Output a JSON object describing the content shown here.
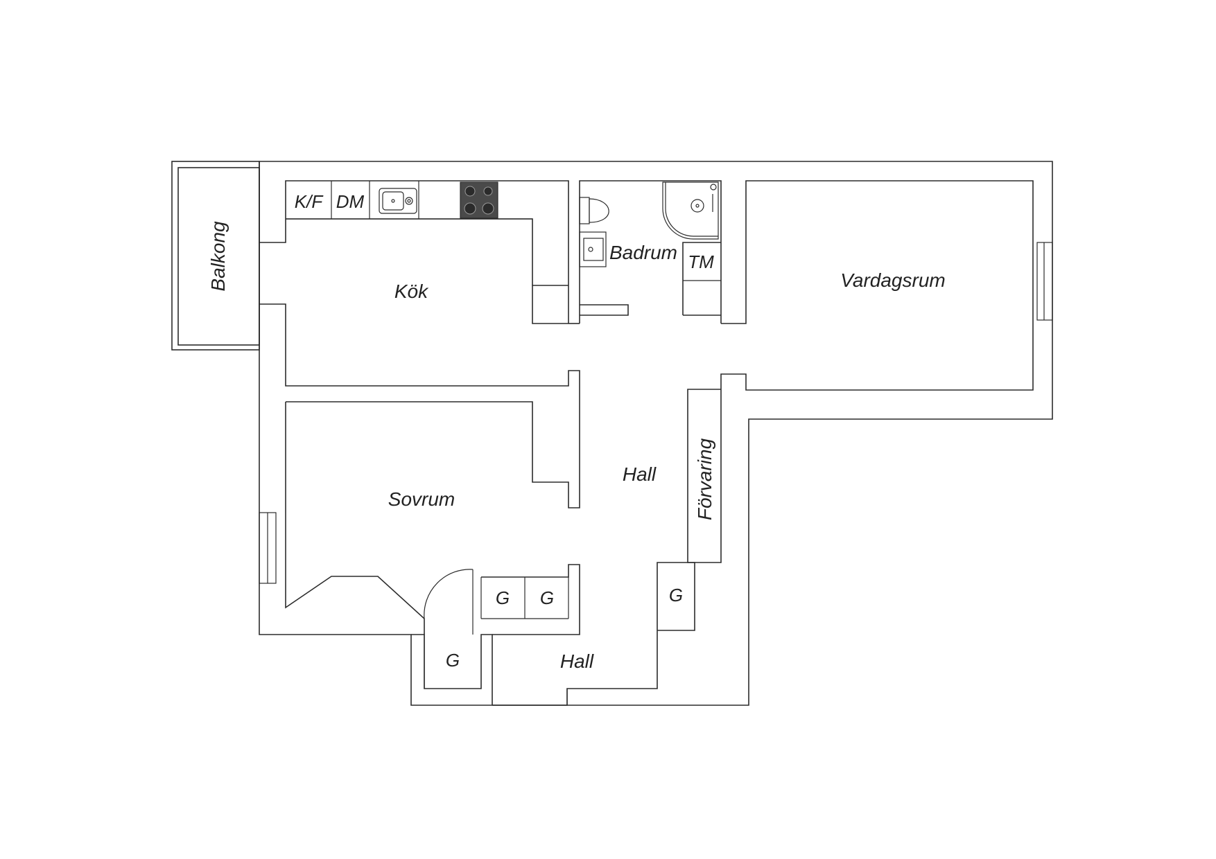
{
  "rooms": {
    "balkong": "Balkong",
    "kok": "Kök",
    "badrum": "Badrum",
    "vardagsrum": "Vardagsrum",
    "hall_main": "Hall",
    "hall_entry": "Hall",
    "sovrum": "Sovrum",
    "forvaring": "Förvaring"
  },
  "fixtures": {
    "kf": "K/F",
    "dm": "DM",
    "tm": "TM",
    "g_sovrum_1": "G",
    "g_sovrum_2": "G",
    "g_entry": "G",
    "g_hall": "G"
  },
  "colors": {
    "wall": "#2b2b2b",
    "stove": "#4a4a4a"
  }
}
